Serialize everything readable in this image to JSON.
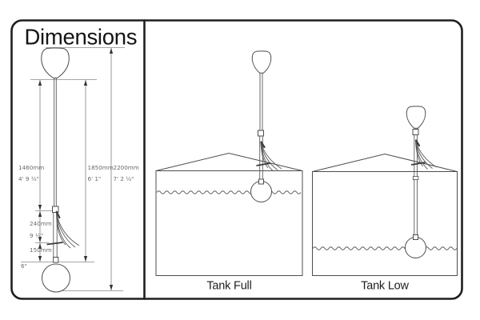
{
  "title": "Dimensions",
  "dimension_labels": {
    "cone_to_whisker": {
      "metric": "1460mm",
      "imperial": "4' 9 ½\""
    },
    "cone_to_float_top": {
      "metric": "1850mm",
      "imperial": "6' 1\""
    },
    "overall": {
      "metric": "2200mm",
      "imperial": "7' 2 ½\""
    },
    "whisker_unit": {
      "metric": "240mm",
      "imperial": "9 ½\""
    },
    "lower_rod": {
      "metric": "150mm",
      "imperial": "6\""
    }
  },
  "panels": {
    "tank_full": {
      "label": "Tank Full"
    },
    "tank_low": {
      "label": "Tank Low"
    }
  },
  "colors": {
    "frame": "#1f1f1f",
    "drawing_ink": "#4d4d4d",
    "dimension_line": "#9a9a9a",
    "dimension_text": "#6a6a6a",
    "background": "#ffffff"
  }
}
